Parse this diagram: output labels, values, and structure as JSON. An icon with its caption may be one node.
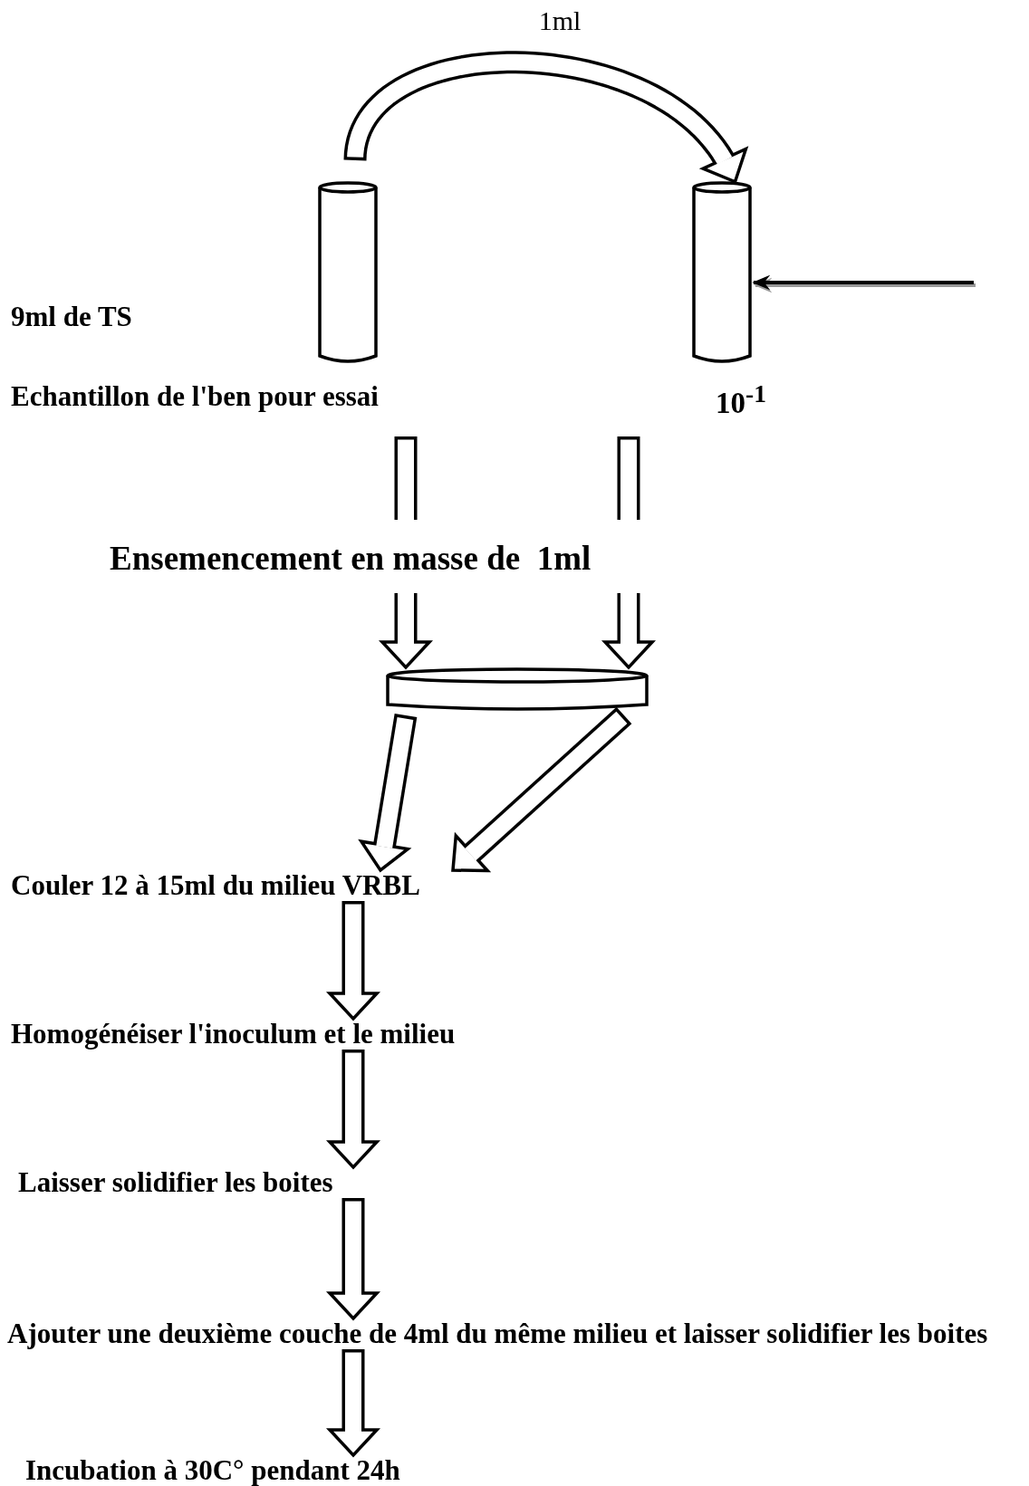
{
  "diagram": {
    "nodes": [
      {
        "text": [],
        "shape": "cylinder",
        "beside": [
          "9ml de TS",
          "Echantillon de l'ben pour essai"
        ]
      },
      {
        "text": [],
        "shape": "cylinder",
        "beside": [
          "10$^{-1}$"
        ]
      },
      {
        "text": [],
        "shape": "dish"
      },
      {
        "text": [
          "Couler 12 à 15ml du milieu VRBL"
        ]
      },
      {
        "text": [
          "Homogénéiser l'inoculum et le milieu"
        ]
      },
      {
        "text": [
          "Laisser solidifier les boites"
        ]
      },
      {
        "text": [
          "Ajouter une deuxième couche de 4ml du même milieu et laisser solidifier les boites"
        ]
      },
      {
        "text": [
          "Incubation à 30C° pendant 24h"
        ]
      }
    ],
    "edges": [
      {
        "from": 0,
        "to": 1,
        "arrow": "to",
        "label": "1ml"
      },
      {
        "from": null,
        "to": 1,
        "arrow": "to"
      },
      {
        "from": null,
        "to": 2,
        "arrow": "to"
      },
      {
        "from": null,
        "to": 2,
        "arrow": "to"
      },
      {
        "from": 2,
        "to": 3,
        "arrow": "to"
      },
      {
        "from": 2,
        "to": 3,
        "arrow": "to"
      },
      {
        "from": 3,
        "to": 4,
        "arrow": "to"
      },
      {
        "from": 4,
        "to": 5,
        "arrow": "to"
      },
      {
        "from": 5,
        "to": 6,
        "arrow": "to"
      },
      {
        "from": 6,
        "to": 7,
        "arrow": "to"
      }
    ],
    "labels": [
      "Ensemencement en masse de  1ml"
    ]
  }
}
